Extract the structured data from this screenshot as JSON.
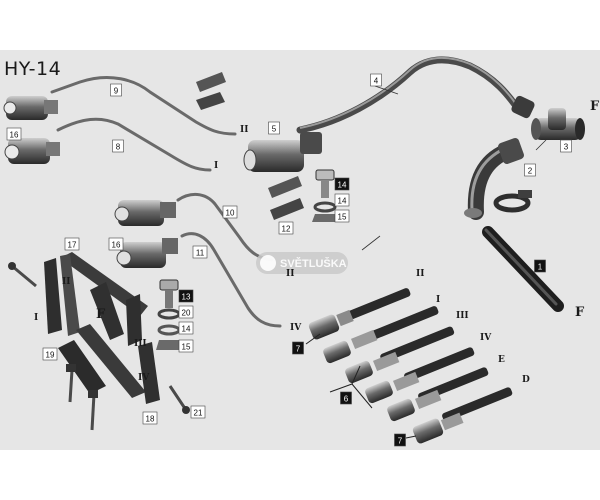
{
  "diagram": {
    "title": "HY-14",
    "watermark": "SVĚTLUŠKA",
    "callouts_box": [
      "1",
      "2",
      "3",
      "4",
      "5",
      "6",
      "7",
      "8",
      "9",
      "10",
      "11",
      "12",
      "13",
      "14",
      "15",
      "16",
      "17",
      "18",
      "19",
      "20",
      "21"
    ],
    "callouts": [
      {
        "id": "c9",
        "text": "9",
        "style": "box"
      },
      {
        "id": "c16a",
        "text": "16",
        "style": "box"
      },
      {
        "id": "c8",
        "text": "8",
        "style": "box"
      },
      {
        "id": "c4",
        "text": "4",
        "style": "box"
      },
      {
        "id": "c5",
        "text": "5",
        "style": "box"
      },
      {
        "id": "c3",
        "text": "3",
        "style": "box"
      },
      {
        "id": "c2",
        "text": "2",
        "style": "box"
      },
      {
        "id": "c14a",
        "text": "14",
        "style": "dark"
      },
      {
        "id": "c14b",
        "text": "14",
        "style": "box"
      },
      {
        "id": "c15a",
        "text": "15",
        "style": "box"
      },
      {
        "id": "c12",
        "text": "12",
        "style": "box"
      },
      {
        "id": "c10",
        "text": "10",
        "style": "box"
      },
      {
        "id": "c16b",
        "text": "16",
        "style": "box"
      },
      {
        "id": "c11",
        "text": "11",
        "style": "box"
      },
      {
        "id": "c17",
        "text": "17",
        "style": "box"
      },
      {
        "id": "c1",
        "text": "1",
        "style": "dark"
      },
      {
        "id": "c13",
        "text": "13",
        "style": "dark"
      },
      {
        "id": "c20",
        "text": "20",
        "style": "box"
      },
      {
        "id": "c14c",
        "text": "14",
        "style": "box"
      },
      {
        "id": "c15b",
        "text": "15",
        "style": "box"
      },
      {
        "id": "c7a",
        "text": "7",
        "style": "dark"
      },
      {
        "id": "c19",
        "text": "19",
        "style": "box"
      },
      {
        "id": "c6",
        "text": "6",
        "style": "dark"
      },
      {
        "id": "c18",
        "text": "18",
        "style": "box"
      },
      {
        "id": "c21",
        "text": "21",
        "style": "box"
      },
      {
        "id": "c7b",
        "text": "7",
        "style": "dark"
      }
    ],
    "port_labels": [
      "I",
      "II",
      "III",
      "IV",
      "E",
      "D",
      "F"
    ],
    "colors": {
      "paper": "#e6e6e6",
      "ink": "#2a2a2a",
      "part": "#5b5b5b",
      "part_dark": "#303030",
      "part_light": "#a8a8a8",
      "watermark_badge": "#c9c9c9"
    }
  }
}
